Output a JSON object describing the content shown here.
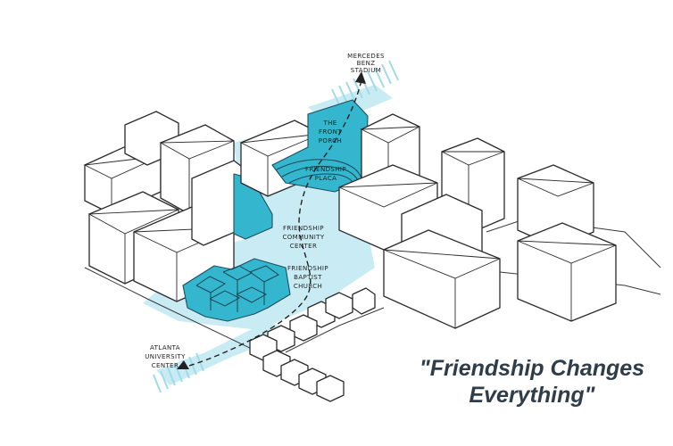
{
  "labels": {
    "stadium": [
      "MERCEDES",
      "BENZ",
      "STADIUM"
    ],
    "front_porch": [
      "THE",
      "FRONT",
      "PORCH"
    ],
    "plaza": [
      "FRIENDSHIP",
      "PLACA"
    ],
    "community_center": [
      "FRIENDSHIP",
      "COMMUNITY",
      "CENTER"
    ],
    "church": [
      "FRIENDSHIP",
      "BAPTIST",
      "CHURCH"
    ],
    "auc": [
      "ATLANTA",
      "UNIVERSITY",
      "CENTER"
    ]
  },
  "quote": {
    "line1": "\"Friendship Changes",
    "line2": "Everything\""
  },
  "colors": {
    "accent_teal": "#34b6cf",
    "plaza_light": "#c9ecf4",
    "line": "#2b2b2b",
    "quote_text": "#2f3d4a"
  }
}
